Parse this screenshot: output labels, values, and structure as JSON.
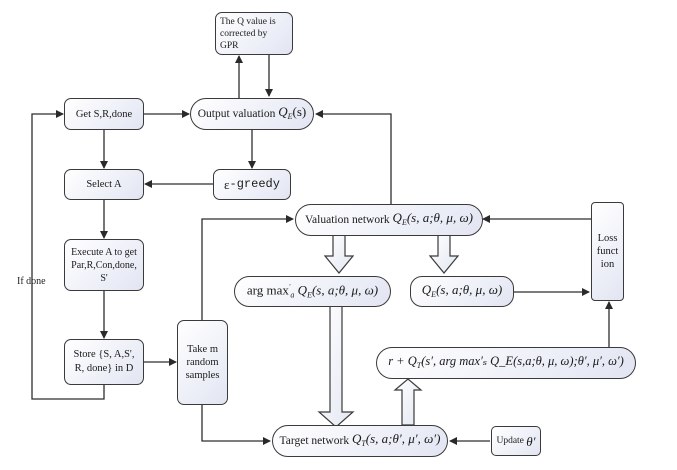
{
  "nodes": {
    "gpr": "The Q value is corrected by GPR",
    "get": "Get S,R,done",
    "output": {
      "text": "Output valuation",
      "formula": "Q",
      "sub": "E",
      "args": "(s)"
    },
    "select": "Select A",
    "greedy": {
      "symbol": "ε",
      "text": "-greedy"
    },
    "execute": "Execute A to get Par,R,Con,done, S'",
    "store": "Store {S, A,S', R, done} in D",
    "take": "Take m random samples",
    "valuation": {
      "text": "Valuation network",
      "formula": "Q",
      "sub": "E",
      "args": "(s, a;θ, μ, ω)"
    },
    "argmax": {
      "prefix": "arg max",
      "prime_sub": "a",
      "formula": "Q",
      "sub": "E",
      "args": "(s, a;θ, μ, ω)"
    },
    "qe": {
      "formula": "Q",
      "sub": "E",
      "args": "(s, a;θ, μ, ω)"
    },
    "loss": "Loss funct ion",
    "target_expr": {
      "prefix": "r + Q",
      "sub": "T",
      "args": "(s′, arg max′ₛ Q_E(s,a;θ, μ, ω);θ′, μ′, ω′)"
    },
    "target": {
      "text": "Target network",
      "formula": "Q",
      "sub": "T",
      "args": "(s, a;θ′, μ′, ω′)"
    },
    "update": {
      "text": "Update",
      "symbol": "θ′"
    }
  },
  "labels": {
    "if_done": "If done"
  },
  "colors": {
    "stroke": "#3a3a3a",
    "box_fill_light": "#ffffff",
    "box_fill_dark": "#e2e5f2"
  }
}
